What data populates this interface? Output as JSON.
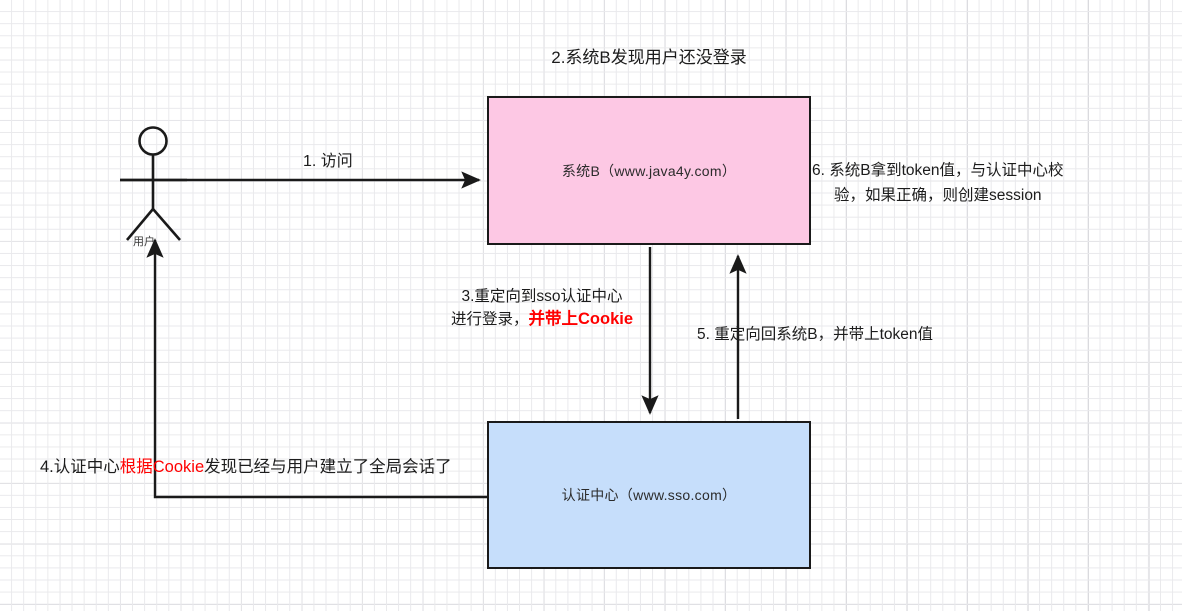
{
  "diagram": {
    "title_hidden": "SSO single sign-on flow diagram",
    "actor": {
      "name": "用户",
      "icon": "stick-figure-person-icon"
    },
    "nodes": [
      {
        "id": "system-b",
        "label": "系统B（www.java4y.com）",
        "color": "#fdc8e4",
        "title": "2.系统B发现用户还没登录"
      },
      {
        "id": "sso-center",
        "label": "认证中心（www.sso.com）",
        "color": "#c6deFB",
        "title": ""
      }
    ],
    "edges": [
      {
        "id": "step1",
        "label": "1.  访问",
        "from": "用户",
        "to": "系统B",
        "arrow": "right-arrow-icon"
      },
      {
        "id": "step3",
        "label_line1": "3.重定向到sso认证中心",
        "label_line2_plain": "进行登录，",
        "label_line2_highlight": "并带上Cookie",
        "from": "系统B",
        "to": "认证中心",
        "arrow": "down-arrow-icon",
        "highlight_color": "#ff0000"
      },
      {
        "id": "step4",
        "label_part1": "4.认证中心",
        "label_highlight": "根据Cookie",
        "label_part2": "发现已经与用户建立了全局会话了",
        "from": "认证中心",
        "to": "用户",
        "arrow": "up-arrow-icon",
        "highlight_color": "#ff0000"
      },
      {
        "id": "step5",
        "label": "5. 重定向回系统B，并带上token值",
        "from": "认证中心",
        "to": "系统B",
        "arrow": "up-arrow-icon"
      },
      {
        "id": "step6",
        "label_line1": "6. 系统B拿到token值，与认证中心校",
        "label_line2": "验，如果正确，则创建session",
        "from": "系统B",
        "to": "认证中心",
        "arrow": "none"
      }
    ],
    "colors": {
      "stroke": "#1a1a1a",
      "grid_minor": "#e9e9ec",
      "grid_major": "#cfcfd4",
      "accent_red": "#ff0000",
      "pink_fill": "#fdc8e4",
      "blue_fill": "#c6deFB"
    }
  }
}
